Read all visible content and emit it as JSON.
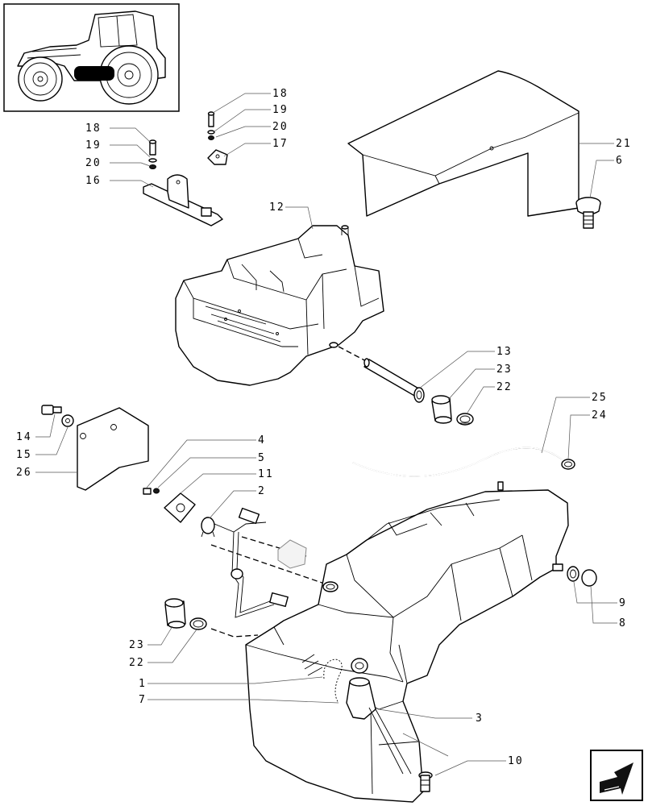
{
  "callouts": {
    "c1": "1",
    "c2": "2",
    "c3": "3",
    "c4": "4",
    "c5": "5",
    "c6": "6",
    "c7": "7",
    "c8": "8",
    "c9": "9",
    "c10": "10",
    "c11": "11",
    "c12": "12",
    "c13": "13",
    "c14": "14",
    "c15": "15",
    "c16": "16",
    "c17": "17",
    "c18a": "18",
    "c19a": "19",
    "c20a": "20",
    "c18b": "18",
    "c19b": "19",
    "c20b": "20",
    "c21": "21",
    "c22a": "22",
    "c23a": "23",
    "c22b": "22",
    "c23b": "23",
    "c24": "24",
    "c25": "25",
    "c26": "26"
  },
  "icons": {
    "thumbnail": "tractor-thumbnail-icon",
    "nav": "next-page-arrow-icon"
  }
}
